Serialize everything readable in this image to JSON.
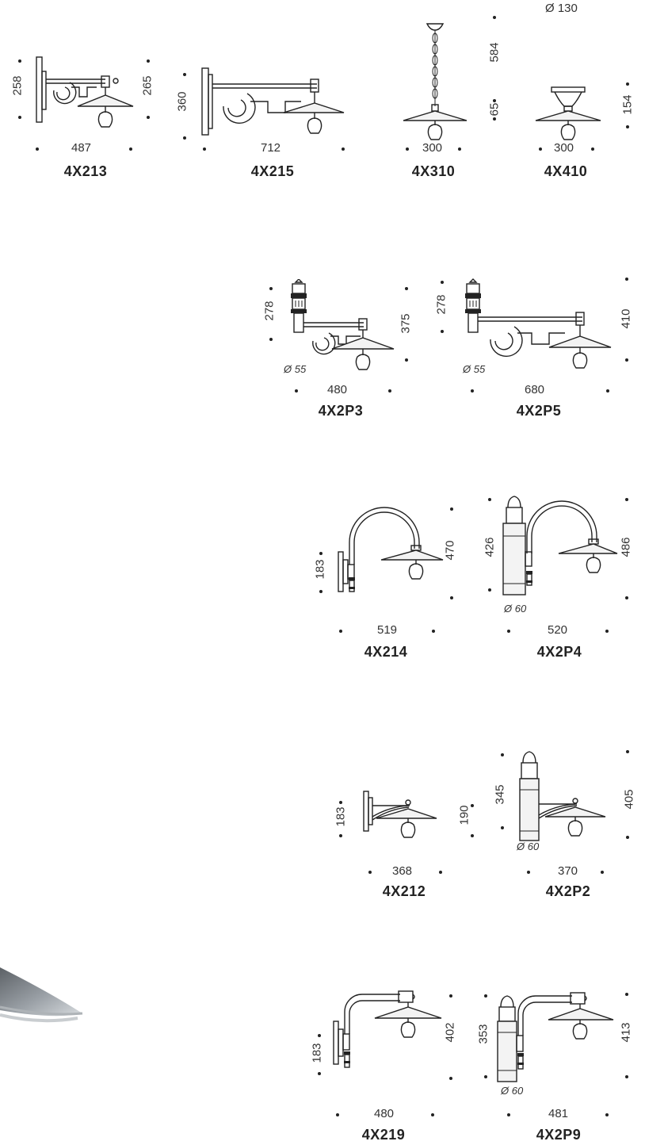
{
  "products": [
    {
      "code": "4X213",
      "width": "487",
      "height_a": "258",
      "height_b": "265"
    },
    {
      "code": "4X215",
      "width": "712",
      "height_a": "360"
    },
    {
      "code": "4X310",
      "width": "300",
      "height_a": "584",
      "height_b": "65"
    },
    {
      "code": "4X410",
      "width": "300",
      "height_a": "154",
      "diameter": "Ø 130"
    },
    {
      "code": "4X2P3",
      "width": "480",
      "height_a": "278",
      "height_b": "375",
      "diameter": "Ø 55"
    },
    {
      "code": "4X2P5",
      "width": "680",
      "height_a": "278",
      "height_b": "410",
      "diameter": "Ø 55"
    },
    {
      "code": "4X214",
      "width": "519",
      "height_a": "183",
      "height_b": "470"
    },
    {
      "code": "4X2P4",
      "width": "520",
      "height_a": "426",
      "height_b": "486",
      "diameter": "Ø 60"
    },
    {
      "code": "4X212",
      "width": "368",
      "height_a": "183",
      "height_b": "190"
    },
    {
      "code": "4X2P2",
      "width": "370",
      "height_a": "345",
      "height_b": "405",
      "diameter": "Ø 60"
    },
    {
      "code": "4X219",
      "width": "480",
      "height_a": "183",
      "height_b": "402"
    },
    {
      "code": "4X2P9",
      "width": "481",
      "height_a": "353",
      "height_b": "413",
      "diameter": "Ø 60"
    }
  ]
}
